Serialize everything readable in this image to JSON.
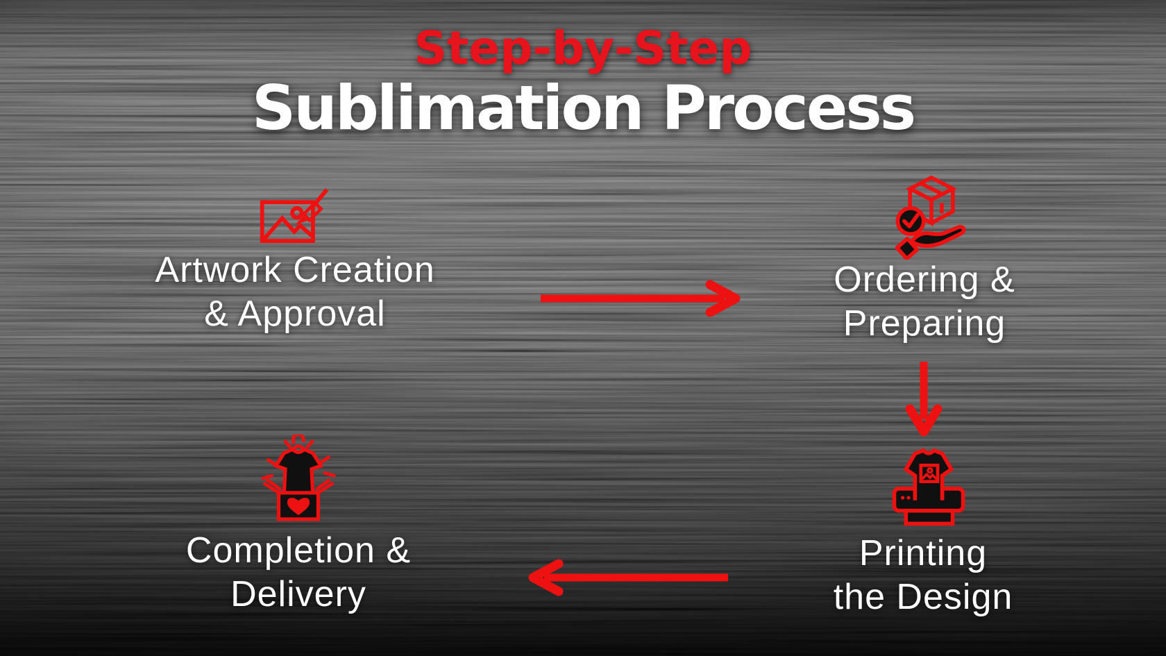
{
  "title": {
    "kicker": "Step-by-Step",
    "main": "Sublimation Process"
  },
  "steps": [
    {
      "label_line1": "Artwork Creation",
      "label_line2": "& Approval",
      "icon": "artwork-paintbrush-icon"
    },
    {
      "label_line1": "Ordering &",
      "label_line2": "Preparing",
      "icon": "package-in-hand-icon"
    },
    {
      "label_line1": "Printing",
      "label_line2": "the Design",
      "icon": "tshirt-printer-icon"
    },
    {
      "label_line1": "Completion &",
      "label_line2": "Delivery",
      "icon": "tshirt-gift-box-icon"
    }
  ],
  "arrows": [
    {
      "from": 0,
      "to": 1,
      "direction": "right"
    },
    {
      "from": 1,
      "to": 2,
      "direction": "down"
    },
    {
      "from": 2,
      "to": 3,
      "direction": "left"
    }
  ],
  "colors": {
    "accent_red": "#ee1111",
    "title_red": "#e8141d",
    "text_white": "#ffffff",
    "background": "#111111"
  }
}
